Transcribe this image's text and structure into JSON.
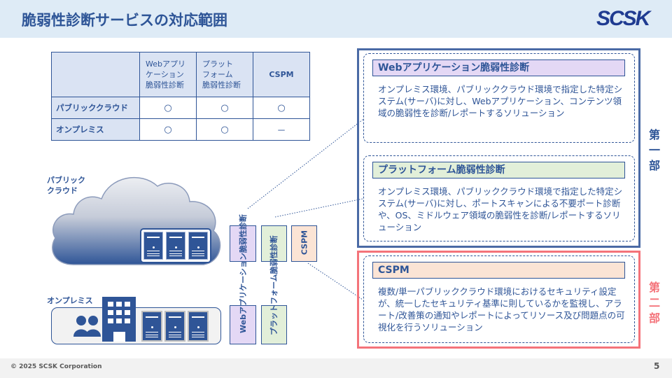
{
  "header": {
    "title": "脆弱性診断サービスの対応範囲",
    "logo": "SCSK"
  },
  "matrix": {
    "columns": [
      "Webアプリ\nケーション\n脆弱性診断",
      "プラット\nフォーム\n脆弱性診断",
      "CSPM"
    ],
    "rows": [
      {
        "label": "パブリッククラウド",
        "values": [
          "○",
          "○",
          "○"
        ]
      },
      {
        "label": "オンプレミス",
        "values": [
          "○",
          "○",
          "－"
        ]
      }
    ]
  },
  "diagram": {
    "cloud_label": "パブリック\nクラウド",
    "onprem_label": "オンプレミス",
    "vertical_labels": {
      "web": "Webアプリケーション脆弱性診断",
      "platform": "プラットフォーム脆弱性診断",
      "cspm": "CSPM"
    }
  },
  "services": [
    {
      "title": "Webアプリケーション脆弱性診断",
      "description": "オンプレミス環境、パブリッククラウド環境で指定した特定システム(サーバ)に対し、Webアプリケーション、コンテンツ領域の脆弱性を診断/レポートするソリューション",
      "color": "#e4d8f5"
    },
    {
      "title": "プラットフォーム脆弱性診断",
      "description": "オンプレミス環境、パブリッククラウド環境で指定した特定システム(サーバ)に対し、ポートスキャンによる不要ポート診断や、OS、ミドルウェア領域の脆弱性を診断/レポートするソリューション",
      "color": "#e2efd9"
    },
    {
      "title": "CSPM",
      "description": "複数/単一パブリッククラウド環境におけるセキュリティ設定が、統一したセキュリティ基準に則しているかを監視し、アラート/改善策の通知やレポートによってリソース及び問題点の可視化を行うソリューション",
      "color": "#fbe4d5"
    }
  ],
  "parts": {
    "part1": "第一部",
    "part2": "第二部",
    "part1_color": "#2e5597",
    "part2_color": "#f4737a"
  },
  "footer": {
    "copyright": "© 2025 SCSK Corporation",
    "page_number": "5"
  }
}
